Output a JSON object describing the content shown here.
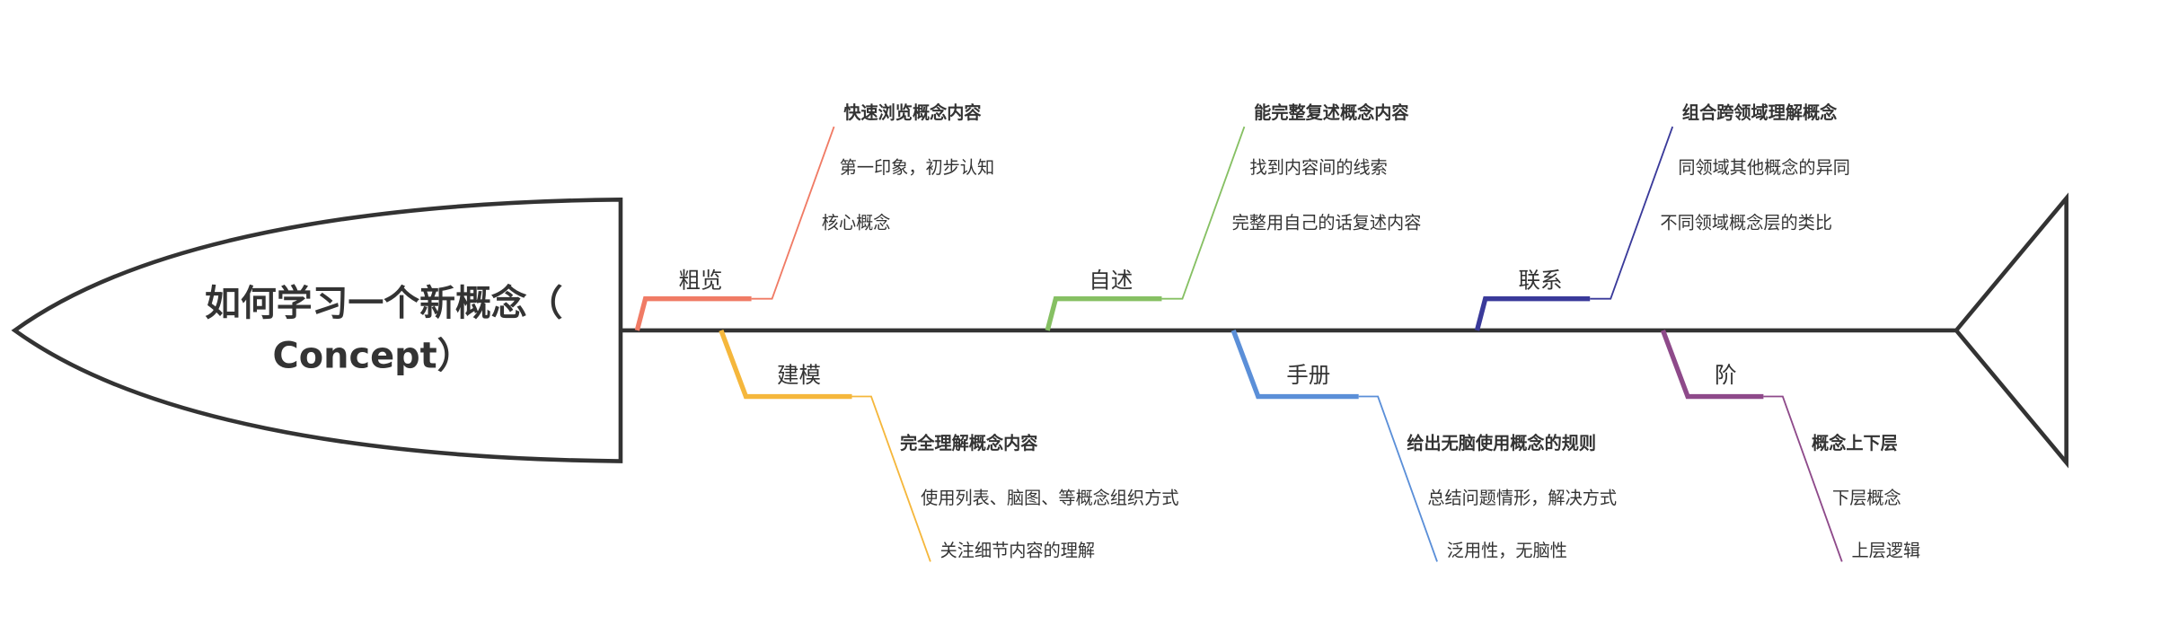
{
  "diagram": {
    "type": "fishbone",
    "head_title_line1": "如何学习一个新概念（",
    "head_title_line2": "Concept）",
    "spine_color": "#333333",
    "branches": [
      {
        "label": "粗览",
        "side": "top",
        "color": "#f07b65",
        "title": "快速浏览概念内容",
        "items": [
          "第一印象，初步认知",
          "核心概念"
        ]
      },
      {
        "label": "建模",
        "side": "bottom",
        "color": "#f5b73c",
        "title": "完全理解概念内容",
        "items": [
          "使用列表、脑图、等概念组织方式",
          "关注细节内容的理解"
        ]
      },
      {
        "label": "自述",
        "side": "top",
        "color": "#86c063",
        "title": "能完整复述概念内容",
        "items": [
          "找到内容间的线索",
          "完整用自己的话复述内容"
        ]
      },
      {
        "label": "手册",
        "side": "bottom",
        "color": "#5b8fd8",
        "title": "给出无脑使用概念的规则",
        "items": [
          "总结问题情形，解决方式",
          "泛用性，无脑性"
        ]
      },
      {
        "label": "联系",
        "side": "top",
        "color": "#3a3a9a",
        "title": "组合跨领域理解概念",
        "items": [
          "同领域其他概念的异同",
          "不同领域概念层的类比"
        ]
      },
      {
        "label": "阶",
        "side": "bottom",
        "color": "#8e4a8a",
        "title": "概念上下层",
        "items": [
          "下层概念",
          "上层逻辑"
        ]
      }
    ]
  }
}
